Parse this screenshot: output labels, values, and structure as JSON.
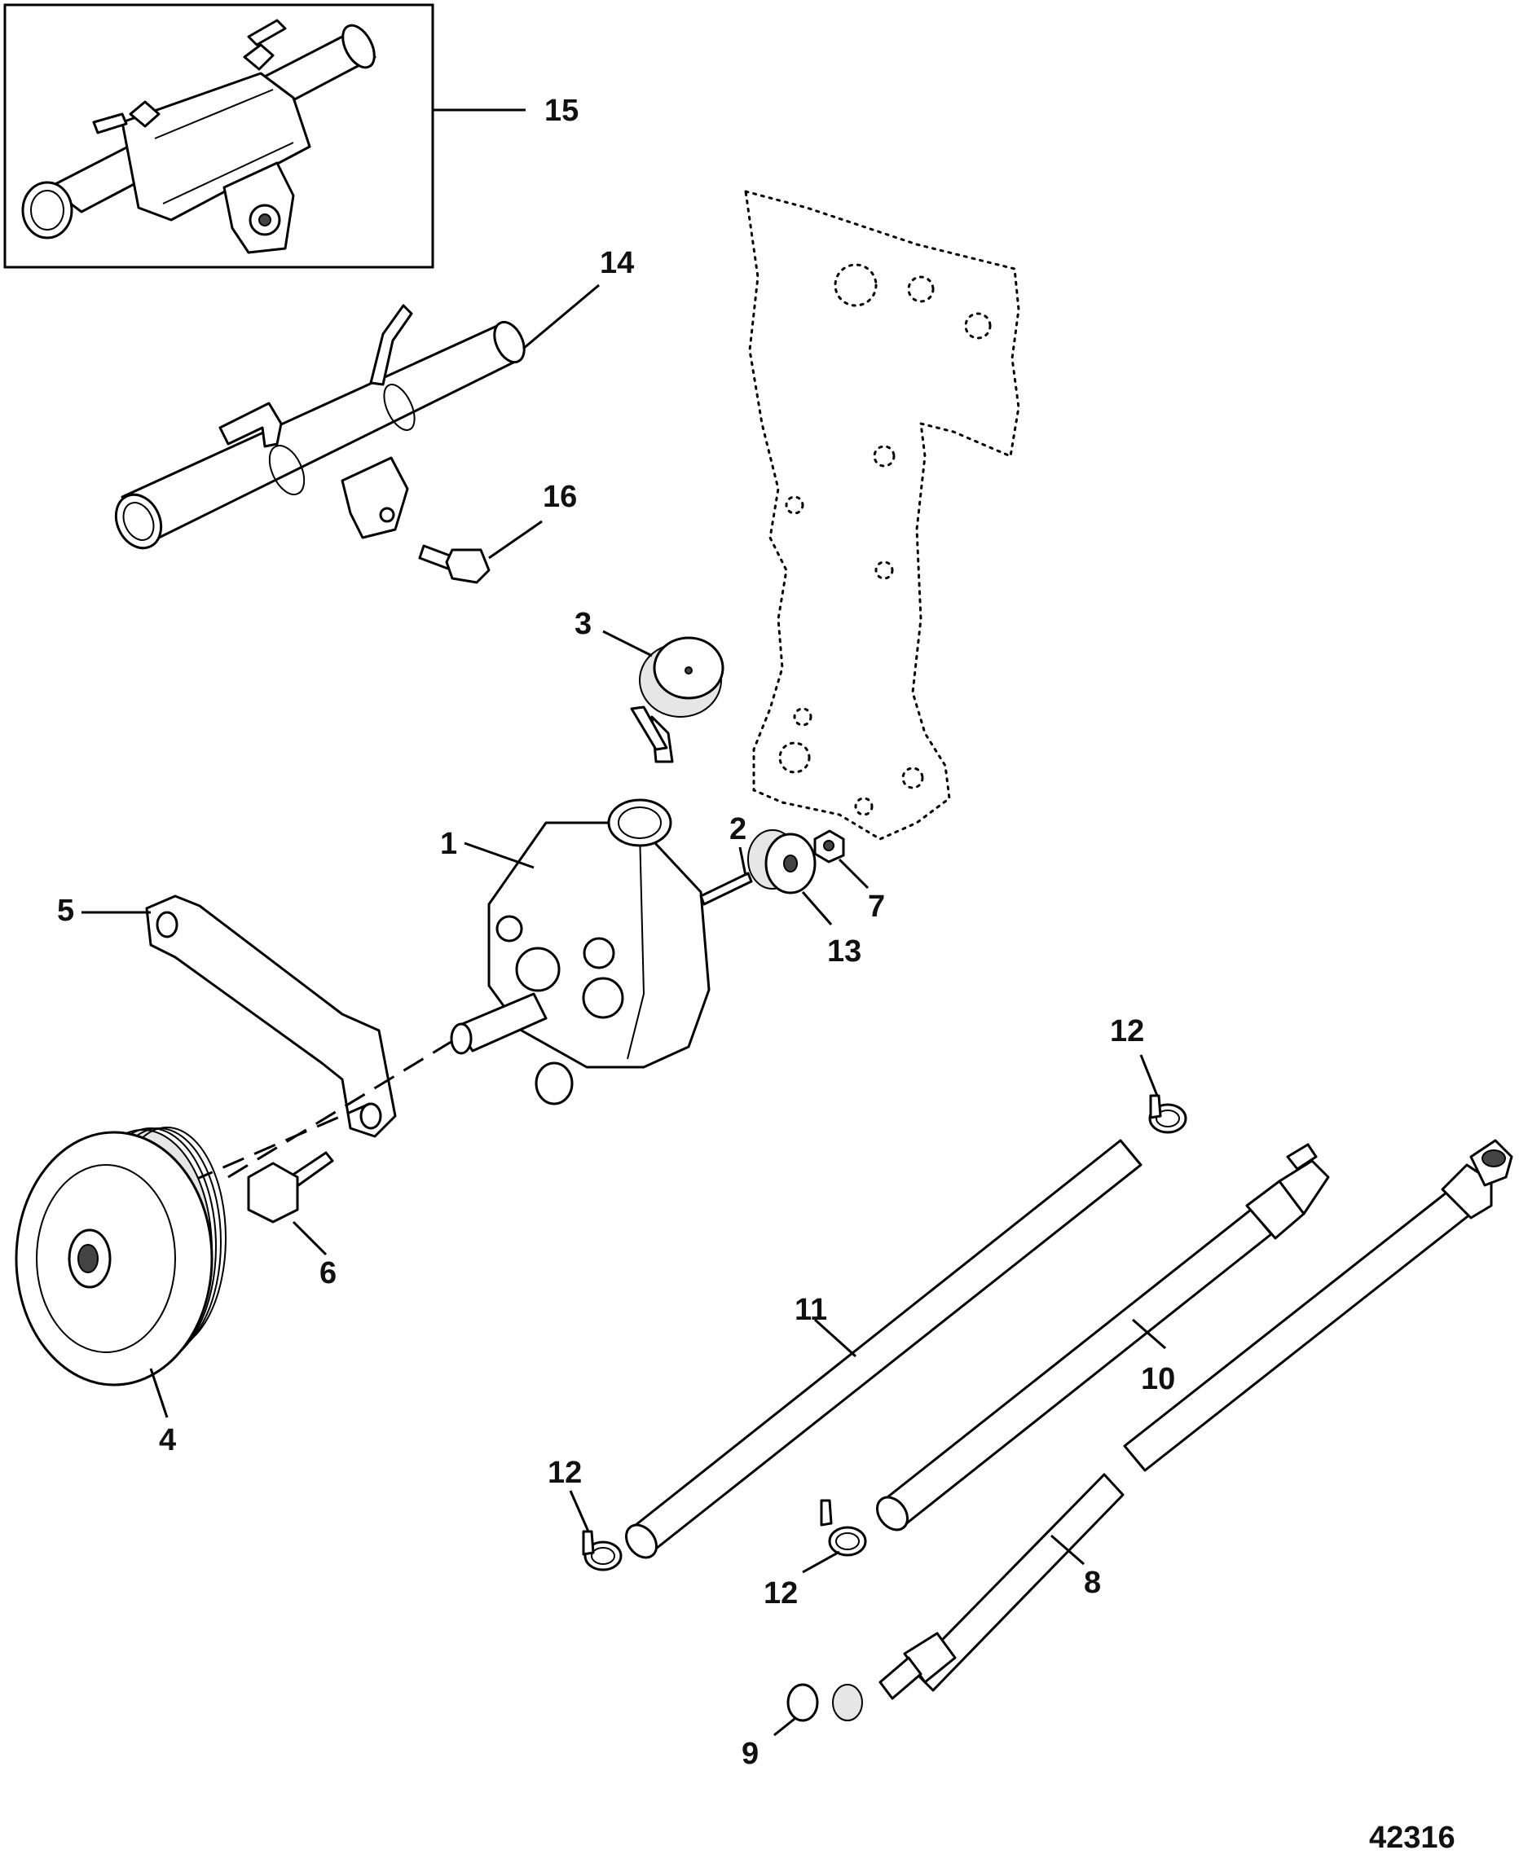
{
  "drawing_number": "42316",
  "callouts": {
    "c1": "1",
    "c2": "2",
    "c3": "3",
    "c4": "4",
    "c5": "5",
    "c6": "6",
    "c7": "7",
    "c8": "8",
    "c9": "9",
    "c10": "10",
    "c11": "11",
    "c12a": "12",
    "c12b": "12",
    "c12c": "12",
    "c13": "13",
    "c14": "14",
    "c15": "15",
    "c16": "16"
  }
}
